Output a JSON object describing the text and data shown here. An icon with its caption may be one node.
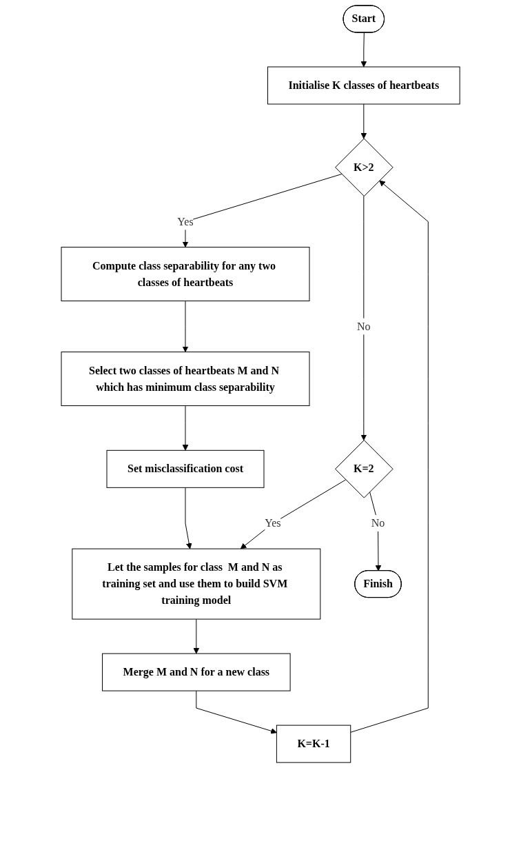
{
  "diagram": {
    "nodes": [
      {
        "text": [
          "Start"
        ]
      },
      {
        "text": [
          "Initialise K classes of heartbeats"
        ]
      },
      {
        "text": [
          "K>2"
        ]
      },
      {
        "text": [
          "Compute class separability for any two classes of heartbeats"
        ]
      },
      {
        "text": [
          "Select two classes of heartbeats M and N which has minimum class separability"
        ]
      },
      {
        "text": [
          "Set misclassification cost"
        ]
      },
      {
        "text": [
          "K=2"
        ]
      },
      {
        "text": [
          "Let the samples for class  M and N as training set and use them to build SVM training model"
        ]
      },
      {
        "text": [
          "Merge M and N for a new class"
        ]
      },
      {
        "text": [
          "K=K-1"
        ]
      },
      {
        "text": [
          "Finish"
        ]
      }
    ],
    "edges": [
      {
        "from": 0,
        "to": 1,
        "arrow": "to"
      },
      {
        "from": 1,
        "to": 2,
        "arrow": "to"
      },
      {
        "from": 2,
        "to": 3,
        "label": "Yes",
        "arrow": "to"
      },
      {
        "from": 2,
        "to": 6,
        "label": "No",
        "arrow": "to"
      },
      {
        "from": 3,
        "to": 4,
        "arrow": "to"
      },
      {
        "from": 4,
        "to": 5,
        "arrow": "to"
      },
      {
        "from": 5,
        "to": 7,
        "arrow": "to"
      },
      {
        "from": 6,
        "to": 7,
        "label": "Yes",
        "arrow": "to"
      },
      {
        "from": 7,
        "to": 8,
        "arrow": "to"
      },
      {
        "from": 8,
        "to": 9,
        "arrow": "to"
      },
      {
        "from": 9,
        "to": 2,
        "arrow": "to"
      },
      {
        "from": 6,
        "to": 10,
        "label": "No",
        "arrow": "to"
      }
    ]
  }
}
